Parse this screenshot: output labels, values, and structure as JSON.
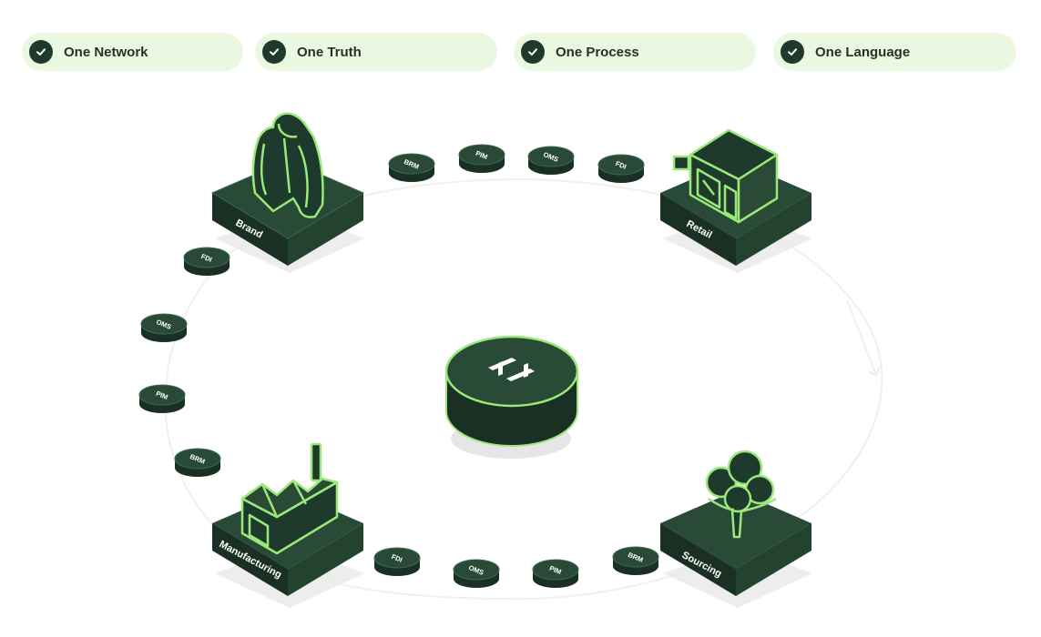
{
  "pillars": [
    {
      "label": "One Network"
    },
    {
      "label": "One Truth"
    },
    {
      "label": "One Process"
    },
    {
      "label": "One Language"
    }
  ],
  "nodes": {
    "brand": "Brand",
    "retail": "Retail",
    "manufacturing": "Manufacturing",
    "sourcing": "Sourcing"
  },
  "tokens": {
    "top": [
      "BRM",
      "PIM",
      "OMS",
      "FDI"
    ],
    "left": [
      "FDI",
      "OMS",
      "PIM",
      "BRM"
    ],
    "bottom": [
      "FDI",
      "OMS",
      "PIM",
      "BRM"
    ]
  },
  "hub": {
    "icon": "hub-logo-icon"
  },
  "colors": {
    "dark": "#1e3a2c",
    "accent": "#9be87a",
    "pill_bg": "#eaf8e2"
  }
}
